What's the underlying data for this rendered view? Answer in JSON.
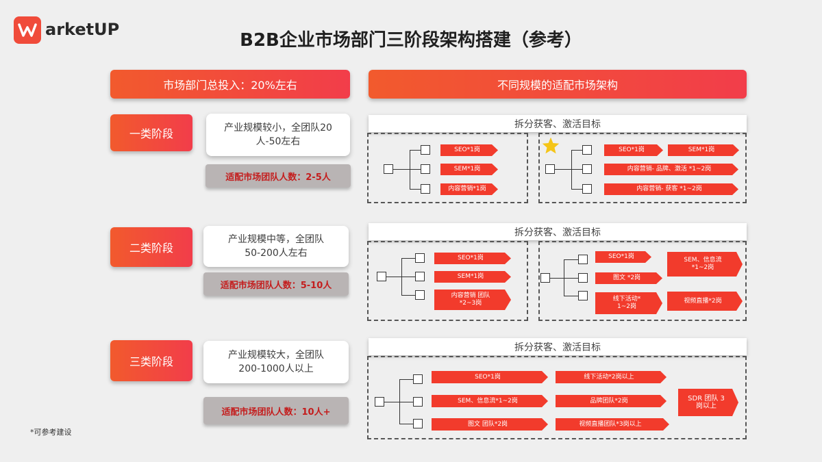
{
  "brand": {
    "logo_text": "arketUP",
    "logo_icon": "marketup-logo-icon",
    "accent": "#f04b3a"
  },
  "title": "B2B企业市场部门三阶段架构搭建（参考）",
  "header_left": "市场部门总投入：20%左右",
  "header_right": "不同规模的适配市场架构",
  "stages": [
    {
      "label": "一类阶段",
      "desc_line1": "产业规模较小，全团队20",
      "desc_line2": "人-50左右",
      "team": "适配市场团队人数：2-5人"
    },
    {
      "label": "二类阶段",
      "desc_line1": "产业规模中等，全团队",
      "desc_line2": "50-200人左右",
      "team": "适配市场团队人数：5-10人"
    },
    {
      "label": "三类阶段",
      "desc_line1": "产业规模较大，全团队",
      "desc_line2": "200-1000人以上",
      "team": "适配市场团队人数：10人+"
    }
  ],
  "goal_label": "拆分获客、激活目标",
  "row1": {
    "left_tags": [
      "SEO*1岗",
      "SEM*1岗",
      "内容营销*1岗"
    ],
    "right_tags": [
      "SEO*1岗",
      "SEM*1岗",
      "内容营销- 品牌、激活 *1~2岗",
      "内容营销- 获客 *1~2岗"
    ],
    "star_icon": "star-icon"
  },
  "row2": {
    "left_tags": [
      "SEO*1岗",
      "SEM*1岗",
      "内容营销 团队",
      "*2~3岗"
    ],
    "right_tags": [
      "SEO*1岗",
      "图文 *2岗",
      "线下活动*",
      "1~2岗",
      "SEM、信息流",
      "*1~2岗",
      "视频直播*2岗"
    ]
  },
  "row3": {
    "tags": [
      "SEO*1岗",
      "SEM、信息流*1~2岗",
      "图文 团队*2岗",
      "线下活动*2岗以上",
      "品牌团队*2岗",
      "视频直播团队*3岗以上",
      "SDR 团队 3",
      "岗以上"
    ]
  },
  "colors": {
    "tag_red": "#f23b2c",
    "team_text": "#c41d1d",
    "team_bg": "#b9b4b4",
    "star": "#f5c518"
  },
  "footnote": "*可参考建设"
}
